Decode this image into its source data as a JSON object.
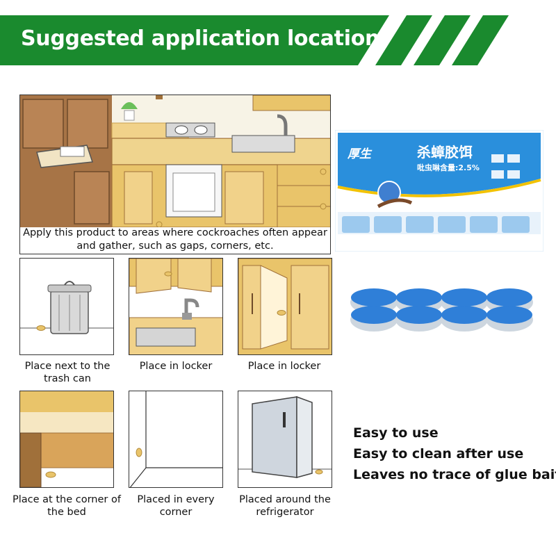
{
  "banner": {
    "title": "Suggested application location",
    "color": "#1a8a2e"
  },
  "main_panel": {
    "caption": "Apply this product to areas where cockroaches often appear and gather, such as gaps, corners, etc."
  },
  "small_panels": [
    {
      "caption": "Place next to the trash can"
    },
    {
      "caption": "Place in locker"
    },
    {
      "caption": "Place in locker"
    },
    {
      "caption": "Place at the corner of the bed"
    },
    {
      "caption": "Placed in every corner"
    },
    {
      "caption": "Placed around the refrigerator"
    }
  ],
  "product": {
    "brand": "厚生",
    "name": "杀蟑胶饵",
    "ingredient": "吡虫啉含量:2.5%"
  },
  "features": [
    "Easy to use",
    "Easy to clean after use",
    "Leaves no trace of glue bait"
  ],
  "colors": {
    "wood": "#e9c46a",
    "wood_dark": "#a0703a",
    "bait_blue": "#2f7fd8",
    "box_blue": "#1f88d8"
  }
}
